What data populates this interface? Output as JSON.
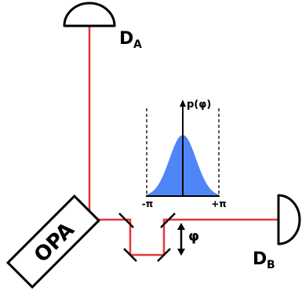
{
  "detectors": {
    "a": {
      "letter": "D",
      "subscript": "A"
    },
    "b": {
      "letter": "D",
      "subscript": "B"
    }
  },
  "source": {
    "label": "OPA"
  },
  "phase_shift": {
    "label": "φ"
  },
  "distribution": {
    "ylabel": "p(φ)",
    "xmin_label": "-π",
    "xmax_label": "+π",
    "fill_color": "#4f86f7"
  },
  "colors": {
    "beam": "#e8363b",
    "outline": "#000000"
  }
}
